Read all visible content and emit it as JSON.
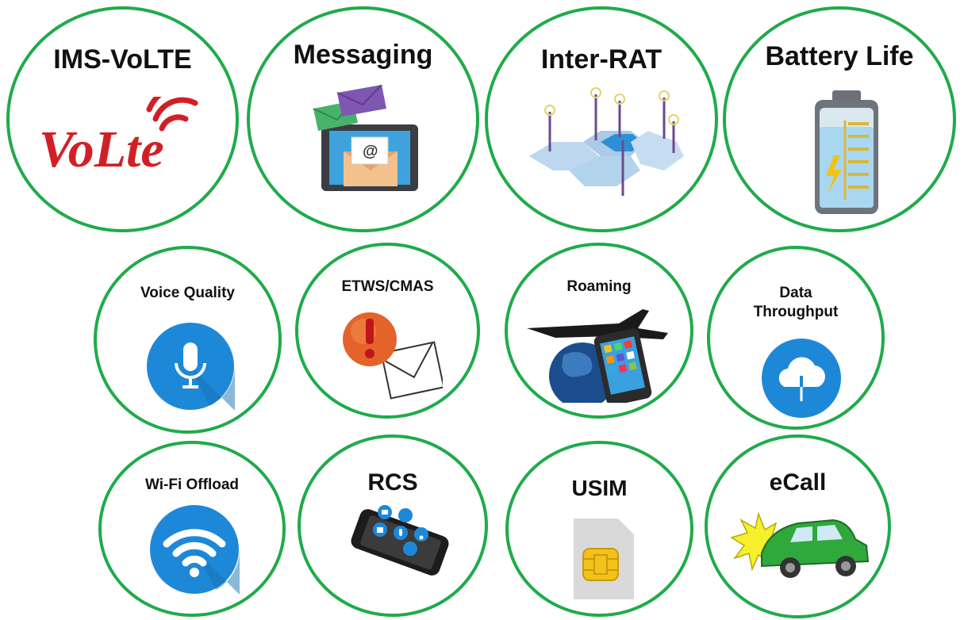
{
  "features": {
    "ims_volte": {
      "title": "IMS-VoLTE",
      "logo_text": "VoLte"
    },
    "messaging": {
      "title": "Messaging"
    },
    "inter_rat": {
      "title": "Inter-RAT"
    },
    "battery_life": {
      "title": "Battery Life"
    },
    "voice_quality": {
      "title": "Voice Quality"
    },
    "etws_cmas": {
      "title": "ETWS/CMAS"
    },
    "roaming": {
      "title": "Roaming"
    },
    "data_throughput": {
      "title_line1": "Data",
      "title_line2": "Throughput"
    },
    "wifi_offload": {
      "title": "Wi-Fi Offload"
    },
    "rcs": {
      "title": "RCS"
    },
    "usim": {
      "title": "USIM"
    },
    "ecall": {
      "title": "eCall"
    }
  },
  "colors": {
    "ring": "#1fab4a",
    "icon_blue": "#1e88d8",
    "red": "#d21f26"
  }
}
